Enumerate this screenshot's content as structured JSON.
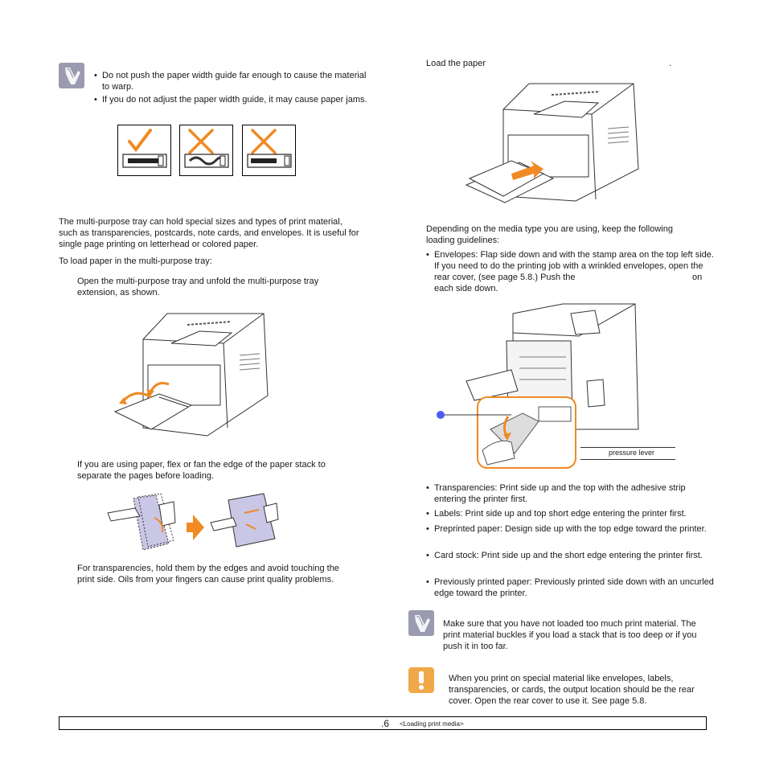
{
  "left_column": {
    "note_bullets": [
      "Do not push the paper width guide far enough to cause the material to warp.",
      "If you do not adjust the paper width guide, it may cause paper jams."
    ],
    "intro_paragraph": "The multi-purpose tray can hold special sizes and types of print material, such as transparencies, postcards, note cards, and envelopes. It is useful for single page printing on letterhead or colored paper.",
    "load_intro": "To load paper in the multi-purpose tray:",
    "step1": "Open the multi-purpose tray and unfold the multi-purpose tray extension, as shown.",
    "step2": "If you are using paper, flex or fan the edge of the paper stack to separate the pages before loading.",
    "transparency_text": "For transparencies, hold them by the edges and avoid touching the print side. Oils from your fingers can cause print quality problems."
  },
  "right_column": {
    "load_paper_start": "Load the paper",
    "load_paper_end": ".",
    "guidelines_intro": "Depending on the media type you are using, keep the following loading guidelines:",
    "envelopes_bullet_a": "Envelopes: Flap side down and with the stamp area on the top left side. If you need to do the printing job with a wrinkled envelopes, open the rear cover, (see page 5.8.) Push the",
    "envelopes_bullet_b": "on",
    "envelopes_bullet_c": "each side down.",
    "callout_label": "pressure lever",
    "bullets": [
      "Transparencies: Print side up and the top with the adhesive strip entering the printer first.",
      "Labels: Print side up and top short edge entering the printer first.",
      "Preprinted paper: Design side up with the top edge toward the printer.",
      "Card stock: Print side up and the short edge entering the printer first.",
      "Previously printed paper: Previously printed side down with an uncurled edge toward the printer."
    ],
    "note_text": "Make sure that you have not loaded too much print material. The print material buckles if you load a stack that is too deep or if you push it in too far.",
    "caution_text": "When you print on special material like envelopes, labels, transparencies, or cards, the output location should be the rear cover. Open the rear cover to use it. See page 5.8."
  },
  "footer": {
    "page": ".6",
    "title": "<Loading print media>"
  },
  "colors": {
    "note_icon": "#9a9ab0",
    "caution_icon": "#f0a848",
    "accent_orange": "#f08a24",
    "callout_dot": "#4a5cf0"
  },
  "icons": [
    "note-icon",
    "check-mark-icon",
    "cross-mark-icon",
    "caution-icon",
    "arrow-right-icon"
  ]
}
